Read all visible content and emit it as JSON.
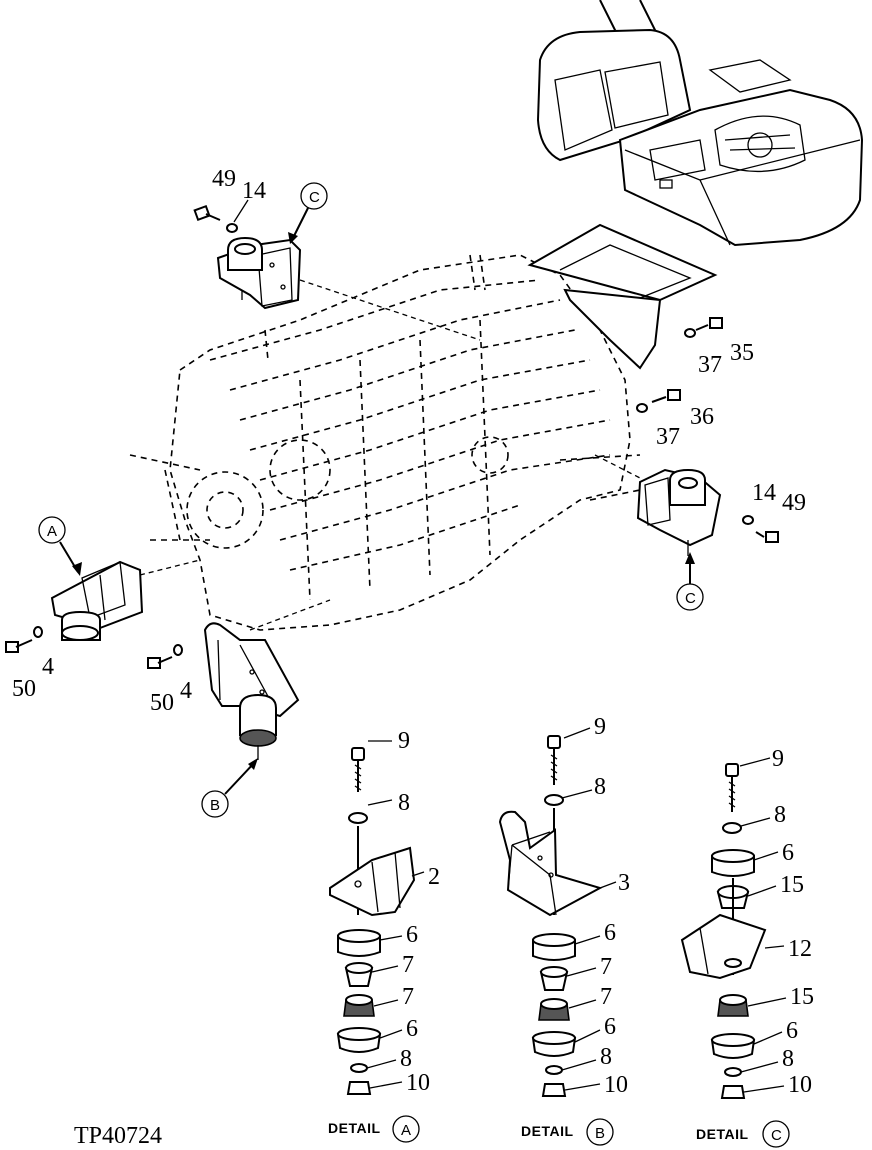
{
  "figure_id": "TP40724",
  "detail_labels": [
    "DETAIL",
    "DETAIL",
    "DETAIL"
  ],
  "detail_letters": [
    "A",
    "B",
    "C"
  ],
  "view_markers": [
    "A",
    "B",
    "C",
    "C"
  ],
  "main_callouts": [
    "49",
    "14",
    "35",
    "37",
    "36",
    "37",
    "14",
    "49",
    "50",
    "4",
    "50",
    "4"
  ],
  "detail_a_callouts": [
    "9",
    "8",
    "2",
    "6",
    "7",
    "7",
    "6",
    "8",
    "10"
  ],
  "detail_b_callouts": [
    "9",
    "8",
    "3",
    "6",
    "7",
    "7",
    "6",
    "8",
    "10"
  ],
  "detail_c_callouts": [
    "9",
    "8",
    "6",
    "15",
    "12",
    "15",
    "6",
    "8",
    "10"
  ]
}
